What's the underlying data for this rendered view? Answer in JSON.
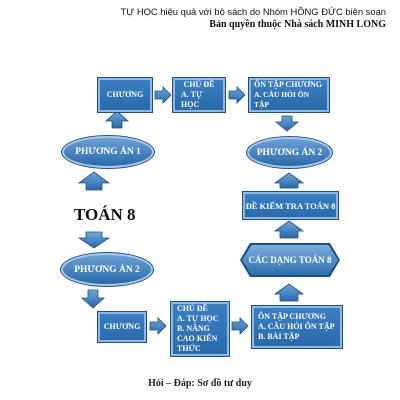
{
  "header": {
    "line1": "TỰ HỌC hiệu quả với bộ sách do Nhóm HỒNG ĐỨC biên soạn",
    "line2": "Bản quyền thuộc Nhà sách MINH LONG"
  },
  "diagram": {
    "title": "TOÁN 8",
    "top_row": {
      "chuong": "CHƯƠNG",
      "chu_de": {
        "heading": "CHỦ ĐỀ",
        "item1": "A. TỰ HỌC"
      },
      "on_tap": {
        "heading": "ÔN TẬP CHƯƠNG",
        "item1": "A. CÂU HỎI ÔN TẬP"
      }
    },
    "phuong_an_1": "PHƯƠNG ÁN 1",
    "phuong_an_2_right": "PHƯƠNG ÁN 2",
    "de_kiem_tra": "ĐỀ KIỂM TRA TOÁN 8",
    "cac_dang": "CÁC DẠNG TOÁN 8",
    "phuong_an_2_left": "PHƯƠNG ÁN 2",
    "bottom_row": {
      "chuong": "CHƯƠNG",
      "chu_de": {
        "heading": "CHỦ ĐỀ",
        "item1": "A. TỰ HỌC",
        "item2": "B. NÂNG CAO KIẾN THỨC"
      },
      "on_tap": {
        "heading": "ÔN TẬP CHƯƠNG",
        "item1": "A. CÂU HỎI ÔN TẬP",
        "item2": "B. BÀI TẬP"
      }
    },
    "caption": "Hỏi – Đáp: Sơ đồ tư duy"
  }
}
